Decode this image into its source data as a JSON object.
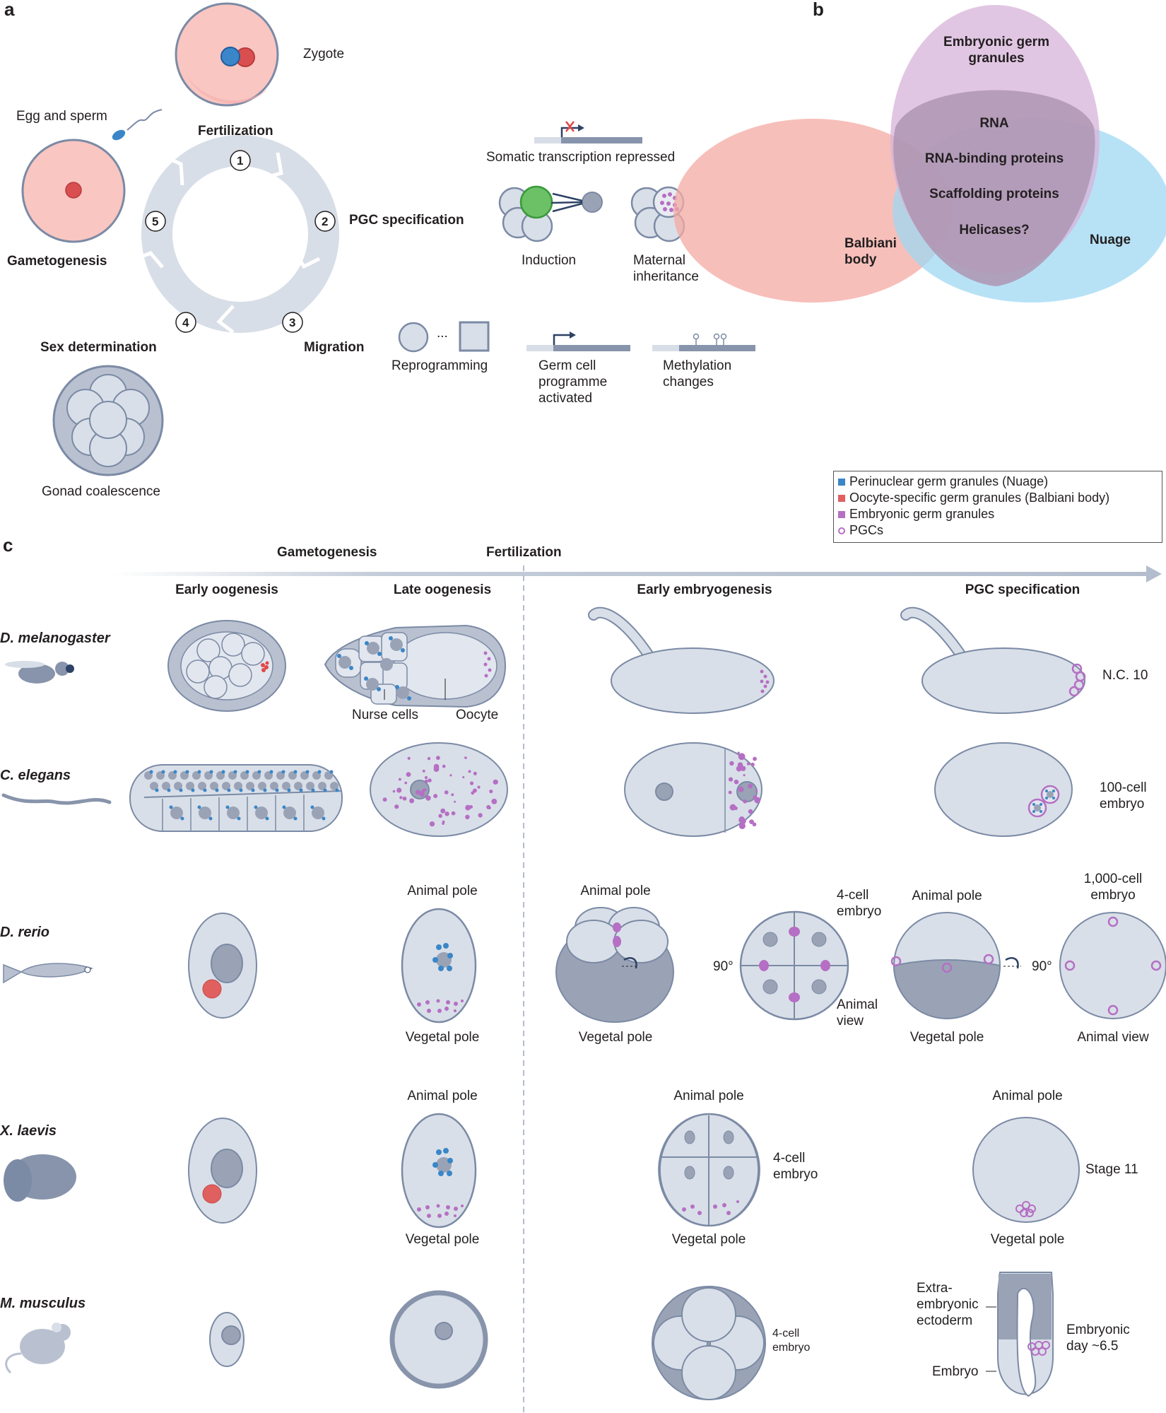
{
  "panels": {
    "a": "a",
    "b": "b",
    "c": "c"
  },
  "panel_a": {
    "zygote": "Zygote",
    "egg_and_sperm": "Egg and sperm",
    "cycle_steps": [
      {
        "number": "1",
        "label": "Fertilization"
      },
      {
        "number": "2",
        "label": "PGC specification"
      },
      {
        "number": "3",
        "label": "Migration"
      },
      {
        "number": "4",
        "label": "Sex determination"
      },
      {
        "number": "5",
        "label": "Gametogenesis"
      }
    ],
    "gonad_coalescence": "Gonad coalescence",
    "somatic_transcription": "Somatic transcription repressed",
    "induction": "Induction",
    "maternal_inheritance": "Maternal inheritance",
    "reprogramming": "Reprogramming",
    "reprogramming_ellipsis": "...",
    "germ_cell_programme": "Germ cell programme activated",
    "methylation_changes": "Methylation changes"
  },
  "panel_b": {
    "sets": {
      "embryonic": "Embryonic germ granules",
      "balbiani": "Balbiani body",
      "nuage": "Nuage"
    },
    "shared_components": [
      "RNA",
      "RNA-binding proteins",
      "Scaffolding proteins",
      "Helicases?"
    ],
    "colors": {
      "embryonic": "#d7b3d9",
      "balbiani": "#f4a9a3",
      "nuage": "#9fd8f3",
      "overlap": "#ae95b2"
    }
  },
  "legend": {
    "items": [
      {
        "label": "Perinuclear germ granules (Nuage)",
        "color": "#3a86c8",
        "shape": "square"
      },
      {
        "label": "Oocyte-specific germ granules (Balbiani body)",
        "color": "#e06060",
        "shape": "square"
      },
      {
        "label": "Embryonic germ granules",
        "color": "#b56fc4",
        "shape": "square"
      },
      {
        "label": "PGCs",
        "color": "#b56fc4",
        "shape": "ring"
      }
    ]
  },
  "panel_c": {
    "timeline": {
      "gametogenesis": "Gametogenesis",
      "fertilization": "Fertilization"
    },
    "columns": [
      "Early oogenesis",
      "Late oogenesis",
      "Early embryogenesis",
      "PGC specification"
    ],
    "species": [
      {
        "name": "D. melanogaster",
        "labels": {
          "nurse_cells": "Nurse cells",
          "oocyte": "Oocyte",
          "stage": "N.C. 10"
        }
      },
      {
        "name": "C. elegans",
        "labels": {
          "stage": "100-cell embryo"
        }
      },
      {
        "name": "D. rerio",
        "labels": {
          "animal_pole": "Animal pole",
          "vegetal_pole": "Vegetal pole",
          "four_cell": "4-cell embryo",
          "animal_view": "Animal view",
          "rotation": "90°",
          "thousand_cell": "1,000-cell embryo",
          "animal_view2": "Animal view"
        }
      },
      {
        "name": "X. laevis",
        "labels": {
          "animal_pole": "Animal pole",
          "vegetal_pole": "Vegetal pole",
          "four_cell": "4-cell embryo",
          "stage": "Stage 11"
        }
      },
      {
        "name": "M. musculus",
        "labels": {
          "four_cell": "4-cell embryo",
          "extraembryonic": "Extra-embryonic ectoderm",
          "embryo": "Embryo",
          "day": "Embryonic day ~6.5"
        }
      }
    ]
  }
}
